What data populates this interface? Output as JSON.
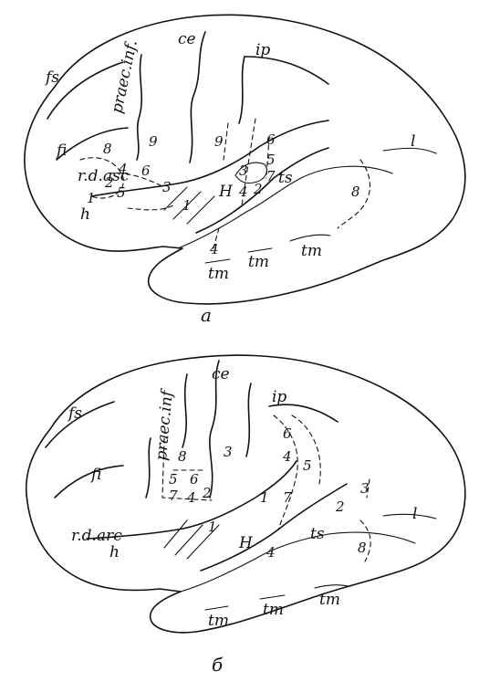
{
  "panel_a": {
    "caption": "a",
    "sulci": {
      "fs": "fs",
      "ce": "ce",
      "ip": "ip",
      "praecinf": "praec.inf.",
      "fi": "fi",
      "rdasc": "r.d.asc",
      "h": "h",
      "H": "H",
      "ts": "ts",
      "l": "l",
      "tm1": "tm",
      "tm2": "tm",
      "tm3": "tm"
    },
    "fields": {
      "f8": "8",
      "f9a": "9",
      "f4": "4",
      "f6": "6",
      "f2": "2",
      "f5a": "5",
      "f3": "3",
      "f1": "1",
      "f9b": "9",
      "f6b": "6",
      "f5b": "5",
      "f3b": "3",
      "f7": "7",
      "f4b": "4",
      "f2b": "2",
      "f8b": "8",
      "f4c": "4",
      "f1b": "1"
    }
  },
  "panel_b": {
    "caption": "б",
    "sulci": {
      "fs": "fs",
      "ce": "ce",
      "ip": "ip",
      "praecinf": "praec.inf",
      "fi": "fi",
      "rdarc": "r.d.arc",
      "h": "h",
      "H": "H",
      "ts": "ts",
      "l": "l",
      "tm1": "tm",
      "tm2": "tm",
      "tm3": "tm"
    },
    "fields": {
      "f8": "8",
      "f3": "3",
      "f5": "5",
      "f6": "6",
      "f7": "7",
      "f4": "4",
      "f2": "2",
      "f1": "1",
      "f6b": "6",
      "f4b": "4",
      "f5b": "5",
      "f7b": "7",
      "f1b": "1",
      "f4c": "4",
      "f2b": "2",
      "f3b": "3",
      "f8b": "8"
    }
  }
}
